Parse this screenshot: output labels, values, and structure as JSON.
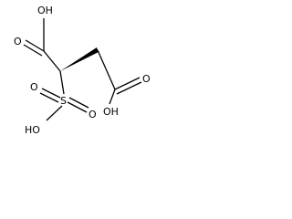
{
  "molecule": {
    "atoms": {
      "oh_top": "OH",
      "o_left_carboxyl": "O",
      "s": "S",
      "o_sulfonyl_right": "O",
      "o_sulfonyl_left": "O",
      "oh_sulfo": "HO",
      "o_right_carboxyl": "O",
      "oh_right": "OH"
    },
    "colors": {
      "bond": "#000000",
      "text": "#000000",
      "background": "#ffffff"
    }
  }
}
